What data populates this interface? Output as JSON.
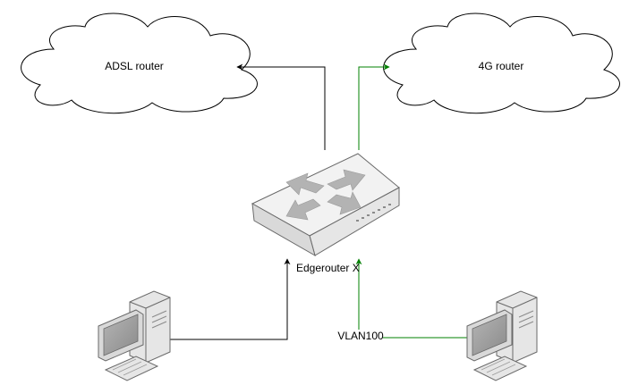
{
  "diagram": {
    "nodes": {
      "adsl_router": {
        "label": "ADSL router",
        "shape": "cloud"
      },
      "router_4g": {
        "label": "4G router",
        "shape": "cloud"
      },
      "edgerouter": {
        "label": "Edgerouter X",
        "shape": "router-icon"
      },
      "pc_left": {
        "label": "",
        "shape": "pc-icon"
      },
      "pc_right": {
        "label": "",
        "shape": "pc-icon"
      }
    },
    "edges": [
      {
        "from": "edgerouter",
        "to": "adsl_router",
        "color": "#000000",
        "label": ""
      },
      {
        "from": "edgerouter",
        "to": "router_4g",
        "color": "#008000",
        "label": ""
      },
      {
        "from": "pc_left",
        "to": "edgerouter",
        "color": "#000000",
        "label": ""
      },
      {
        "from": "pc_right",
        "to": "edgerouter",
        "color": "#008000",
        "label": "VLAN100"
      }
    ]
  }
}
